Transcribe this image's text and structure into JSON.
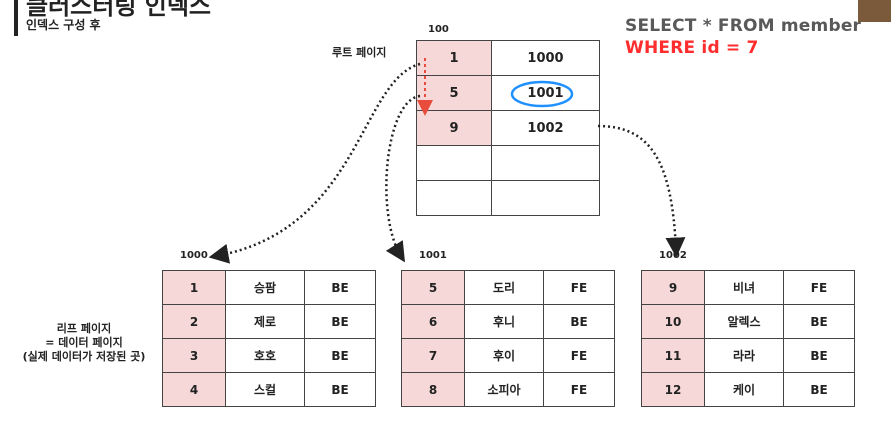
{
  "header": {
    "title": "클러스터링 인덱스",
    "subtitle": "인덱스 구성 후"
  },
  "query": {
    "line1": "SELECT * FROM member",
    "line2": "WHERE id = 7"
  },
  "colors": {
    "highlight_key": "#f6d8d8",
    "query_red": "#ff2d2d",
    "search_arrow": "#e74c3c",
    "found_circle": "#1e90ff"
  },
  "root": {
    "label": "루트 페이지",
    "page_no": "100",
    "rows": [
      {
        "key": "1",
        "page": "1000"
      },
      {
        "key": "5",
        "page": "1001"
      },
      {
        "key": "9",
        "page": "1002"
      },
      {
        "key": "",
        "page": ""
      },
      {
        "key": "",
        "page": ""
      }
    ]
  },
  "leaf_label": {
    "line1": "리프 페이지",
    "line2": "= 데이터 페이지",
    "line3": "(실제 데이터가 저장된 곳)"
  },
  "leaves": [
    {
      "page_no": "1000",
      "rows": [
        {
          "id": "1",
          "name": "승팜",
          "team": "BE"
        },
        {
          "id": "2",
          "name": "제로",
          "team": "BE"
        },
        {
          "id": "3",
          "name": "호호",
          "team": "BE"
        },
        {
          "id": "4",
          "name": "스컬",
          "team": "BE"
        }
      ]
    },
    {
      "page_no": "1001",
      "rows": [
        {
          "id": "5",
          "name": "도리",
          "team": "FE"
        },
        {
          "id": "6",
          "name": "후니",
          "team": "BE"
        },
        {
          "id": "7",
          "name": "후이",
          "team": "FE"
        },
        {
          "id": "8",
          "name": "소피아",
          "team": "FE"
        }
      ]
    },
    {
      "page_no": "1002",
      "rows": [
        {
          "id": "9",
          "name": "비녀",
          "team": "FE"
        },
        {
          "id": "10",
          "name": "알렉스",
          "team": "BE"
        },
        {
          "id": "11",
          "name": "라라",
          "team": "BE"
        },
        {
          "id": "12",
          "name": "케이",
          "team": "BE"
        }
      ]
    }
  ]
}
